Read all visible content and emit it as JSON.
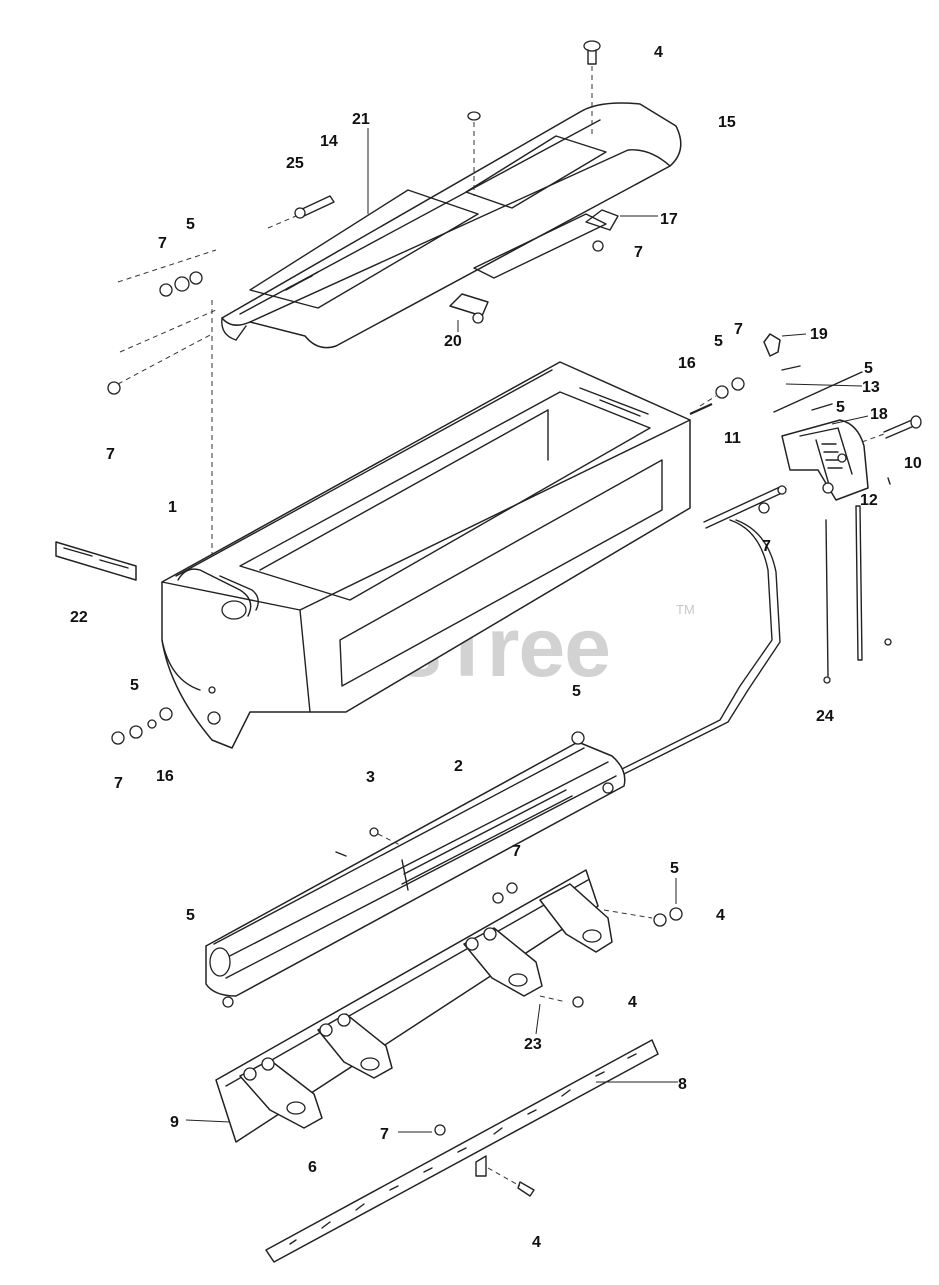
{
  "watermark": {
    "text": "PartsTree",
    "trademark": "TM"
  },
  "labels": [
    {
      "id": "4-top",
      "text": "4"
    },
    {
      "id": "15",
      "text": "15"
    },
    {
      "id": "21",
      "text": "21"
    },
    {
      "id": "14",
      "text": "14"
    },
    {
      "id": "25",
      "text": "25"
    },
    {
      "id": "17",
      "text": "17"
    },
    {
      "id": "5-a",
      "text": "5"
    },
    {
      "id": "7-a",
      "text": "7"
    },
    {
      "id": "7-b",
      "text": "7"
    },
    {
      "id": "20",
      "text": "20"
    },
    {
      "id": "7-c",
      "text": "7"
    },
    {
      "id": "19",
      "text": "19"
    },
    {
      "id": "5-b",
      "text": "5"
    },
    {
      "id": "16-a",
      "text": "16"
    },
    {
      "id": "5-c",
      "text": "5"
    },
    {
      "id": "13",
      "text": "13"
    },
    {
      "id": "5-d",
      "text": "5"
    },
    {
      "id": "18",
      "text": "18"
    },
    {
      "id": "7-d",
      "text": "7"
    },
    {
      "id": "11",
      "text": "11"
    },
    {
      "id": "10",
      "text": "10"
    },
    {
      "id": "12",
      "text": "12"
    },
    {
      "id": "1",
      "text": "1"
    },
    {
      "id": "7-e",
      "text": "7"
    },
    {
      "id": "22",
      "text": "22"
    },
    {
      "id": "5-e",
      "text": "5"
    },
    {
      "id": "5-f",
      "text": "5"
    },
    {
      "id": "24",
      "text": "24"
    },
    {
      "id": "7-f",
      "text": "7"
    },
    {
      "id": "16-b",
      "text": "16"
    },
    {
      "id": "2",
      "text": "2"
    },
    {
      "id": "3",
      "text": "3"
    },
    {
      "id": "7-g",
      "text": "7"
    },
    {
      "id": "5-g",
      "text": "5"
    },
    {
      "id": "4-mid",
      "text": "4"
    },
    {
      "id": "5-h",
      "text": "5"
    },
    {
      "id": "4-low",
      "text": "4"
    },
    {
      "id": "23",
      "text": "23"
    },
    {
      "id": "8",
      "text": "8"
    },
    {
      "id": "9",
      "text": "9"
    },
    {
      "id": "7-h",
      "text": "7"
    },
    {
      "id": "6",
      "text": "6"
    },
    {
      "id": "4-bottom",
      "text": "4"
    }
  ]
}
